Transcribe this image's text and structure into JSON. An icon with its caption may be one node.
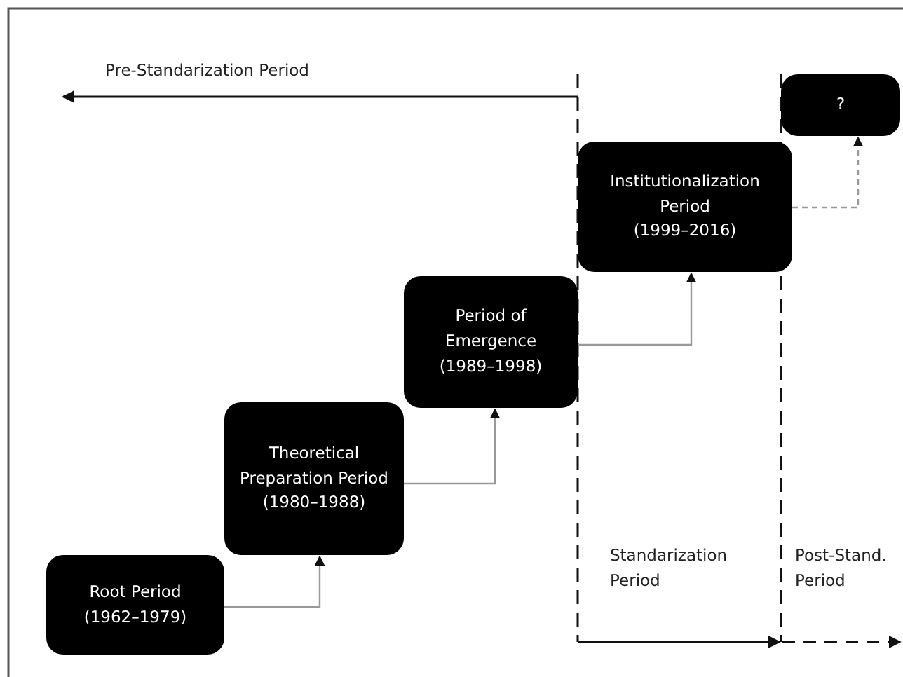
{
  "diagram": {
    "nodes": [
      {
        "text": [
          "Root Period",
          "(1962–1979)"
        ]
      },
      {
        "text": [
          "Theoretical Preparation Period",
          "(1980–1988)"
        ]
      },
      {
        "text": [
          "Period of Emergence",
          "(1989–1998)"
        ]
      },
      {
        "text": [
          "Institutionalization Period",
          "(1999–2016)"
        ]
      },
      {
        "text": [
          "?"
        ]
      }
    ],
    "edges": [
      {
        "from": 0,
        "to": 1,
        "arrow": "to"
      },
      {
        "from": 1,
        "to": 2,
        "arrow": "to"
      },
      {
        "from": 2,
        "to": 3,
        "arrow": "to"
      },
      {
        "from": 3,
        "to": 4,
        "arrow": "to",
        "style": "dashed"
      }
    ],
    "labels": [
      "Pre-Standarization Period",
      "Standarization Period",
      "Post-Stand. Period"
    ]
  }
}
